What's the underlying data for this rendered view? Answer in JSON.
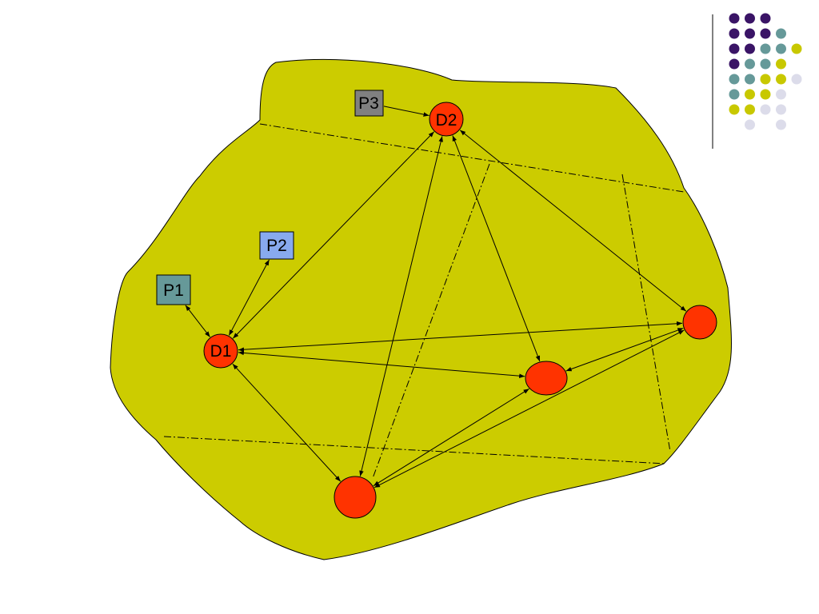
{
  "colors": {
    "region_fill": "#cccc00",
    "node_fill": "#ff3300",
    "p1_fill": "#669999",
    "p2_fill": "#88aaee",
    "p3_fill": "#808080",
    "dot_palette": [
      "#3a1466",
      "#669999",
      "#c8c800",
      "#dcdcea"
    ]
  },
  "nodes": {
    "d1": {
      "label": "D1"
    },
    "d2": {
      "label": "D2"
    },
    "n3": {
      "label": ""
    },
    "n4": {
      "label": ""
    },
    "n5": {
      "label": ""
    }
  },
  "processes": {
    "p1": {
      "label": "P1"
    },
    "p2": {
      "label": "P2"
    },
    "p3": {
      "label": "P3"
    }
  },
  "links": [
    {
      "from": "p1",
      "to": "d1",
      "arrows": "both"
    },
    {
      "from": "p2",
      "to": "d1",
      "arrows": "both"
    },
    {
      "from": "p3",
      "to": "d2",
      "arrows": "end"
    },
    {
      "from": "d1",
      "to": "d2",
      "arrows": "both"
    },
    {
      "from": "d1",
      "to": "n5",
      "arrows": "both"
    },
    {
      "from": "d1",
      "to": "n4",
      "arrows": "both"
    },
    {
      "from": "d1",
      "to": "n3",
      "arrows": "both"
    },
    {
      "from": "d2",
      "to": "n3",
      "arrows": "both"
    },
    {
      "from": "d2",
      "to": "n4",
      "arrows": "both"
    },
    {
      "from": "d2",
      "to": "n5",
      "arrows": "both"
    },
    {
      "from": "n4",
      "to": "n5",
      "arrows": "both"
    },
    {
      "from": "n3",
      "to": "n4",
      "arrows": "both"
    },
    {
      "from": "n3",
      "to": "n5",
      "arrows": "both"
    }
  ],
  "dot_grid": [
    [
      0,
      0,
      0,
      -1,
      -1
    ],
    [
      0,
      0,
      0,
      1,
      -1
    ],
    [
      0,
      0,
      1,
      1,
      2
    ],
    [
      0,
      1,
      1,
      2,
      -1
    ],
    [
      1,
      1,
      2,
      2,
      3
    ],
    [
      1,
      2,
      2,
      3,
      -1
    ],
    [
      2,
      2,
      3,
      3,
      -1
    ],
    [
      -1,
      3,
      -1,
      3,
      -1
    ]
  ]
}
